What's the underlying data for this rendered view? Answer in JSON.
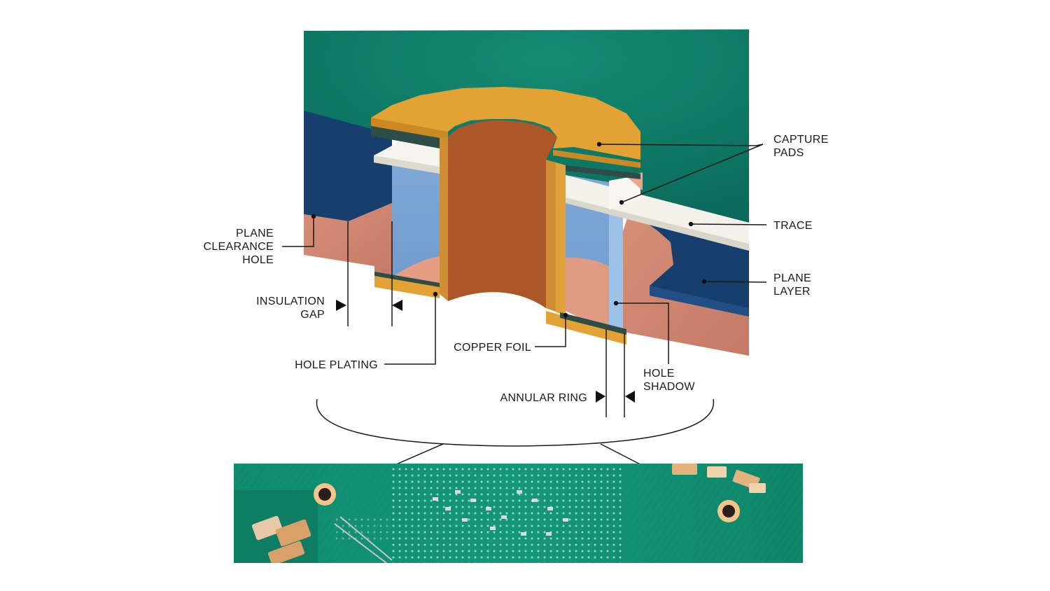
{
  "labels": {
    "capture_pads": [
      "CAPTURE",
      "PADS"
    ],
    "trace": "TRACE",
    "plane_layer": [
      "PLANE",
      "LAYER"
    ],
    "plane_clearance_hole": [
      "PLANE",
      "CLEARANCE",
      "HOLE"
    ],
    "insulation_gap": [
      "INSULATION",
      "GAP"
    ],
    "hole_plating": "HOLE PLATING",
    "copper_foil": "COPPER FOIL",
    "hole_shadow": [
      "HOLE",
      "SHADOW"
    ],
    "annular_ring": "ANNULAR RING"
  },
  "colors": {
    "board_green": "#0d7a68",
    "plane_blue": "#163f6e",
    "core_salmon": "#cd8670",
    "pad_copper": "#e2a234",
    "barrel_copper": "#ad5728",
    "trace_white": "#f3f1ea",
    "hole_blue": "#7ea8d4",
    "foil_dark": "#2f4d48"
  }
}
